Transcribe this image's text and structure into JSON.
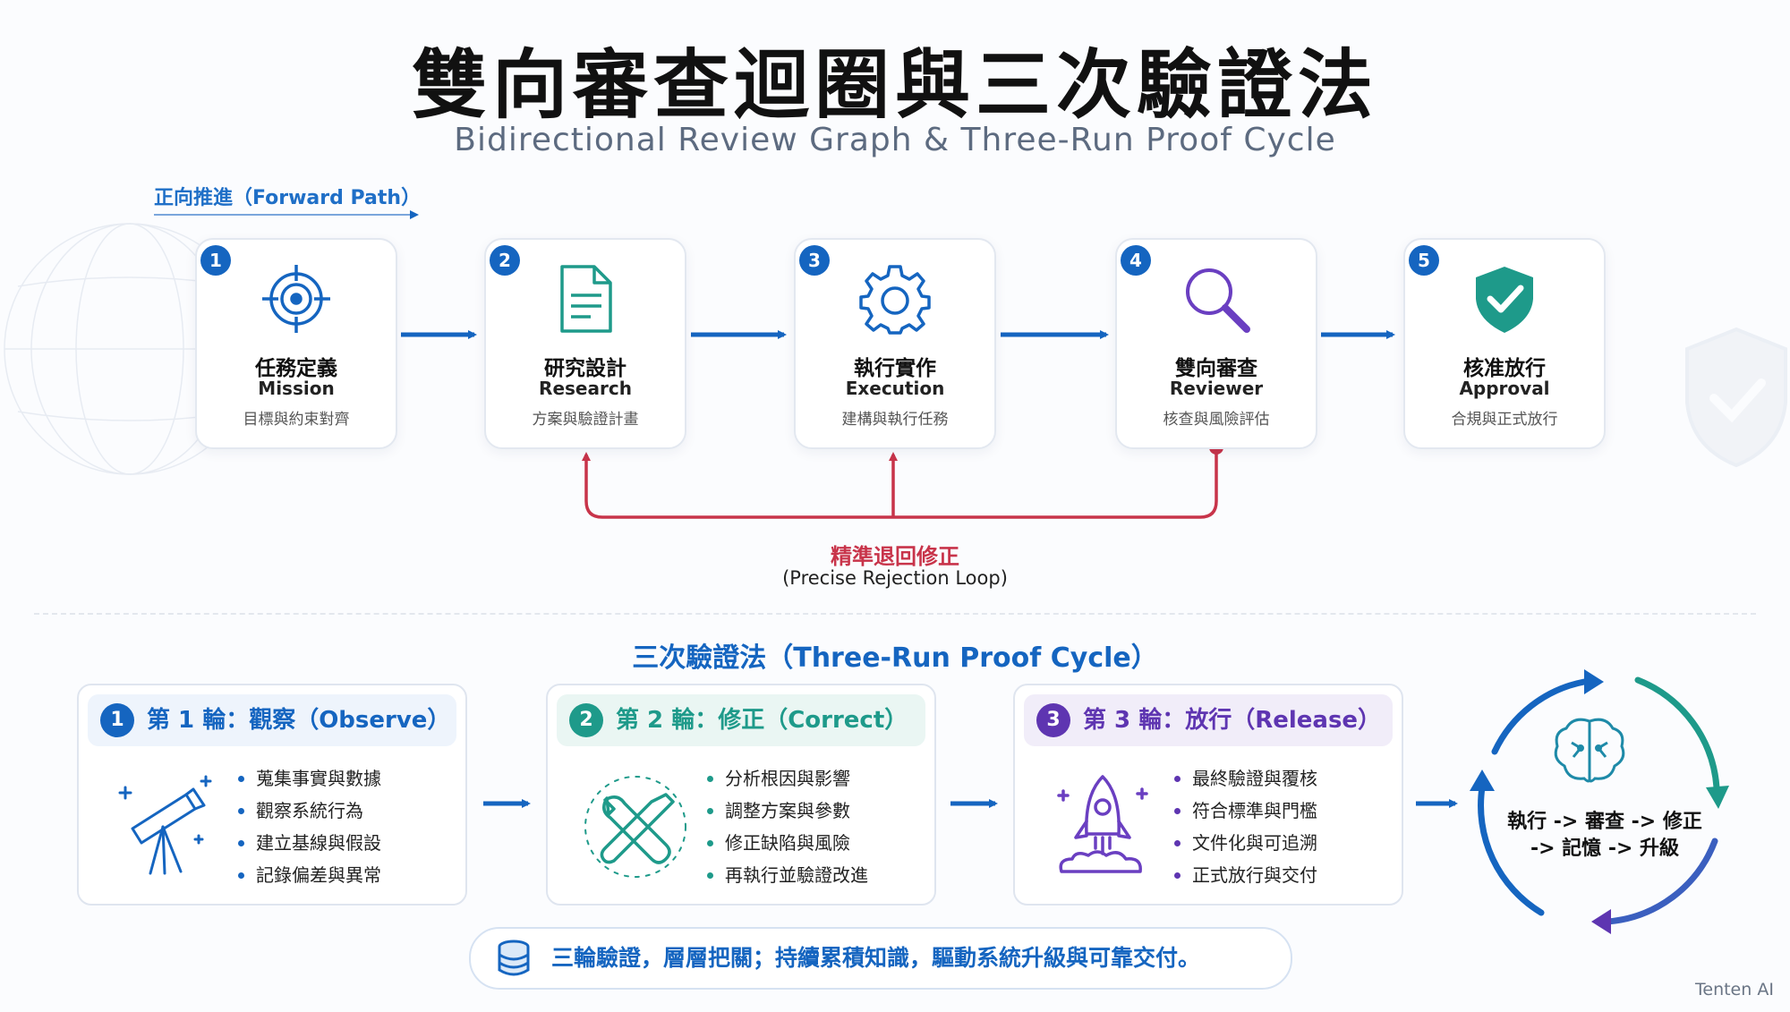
{
  "header": {
    "title": "雙向審查迴圈與三次驗證法",
    "subtitle": "Bidirectional Review Graph & Three-Run Proof Cycle"
  },
  "forward_label": "正向推進（Forward Path）",
  "steps": [
    {
      "num": "1",
      "zh": "任務定義",
      "en": "Mission",
      "desc": "目標與約束對齊",
      "icon": "target-icon"
    },
    {
      "num": "2",
      "zh": "研究設計",
      "en": "Research",
      "desc": "方案與驗證計畫",
      "icon": "document-icon"
    },
    {
      "num": "3",
      "zh": "執行實作",
      "en": "Execution",
      "desc": "建構與執行任務",
      "icon": "gear-icon"
    },
    {
      "num": "4",
      "zh": "雙向審查",
      "en": "Reviewer",
      "desc": "核查與風險評估",
      "icon": "magnifier-icon"
    },
    {
      "num": "5",
      "zh": "核准放行",
      "en": "Approval",
      "desc": "合規與正式放行",
      "icon": "shield-check-icon"
    }
  ],
  "loop": {
    "zh": "精準退回修正",
    "en": "(Precise Rejection Loop)"
  },
  "three_run": {
    "title": "三次驗證法（Three-Run Proof Cycle）",
    "panels": [
      {
        "num": "1",
        "label": "第 1 輪：觀察（Observe）",
        "icon": "telescope-icon",
        "items": [
          "蒐集事實與數據",
          "觀察系統行為",
          "建立基線與假設",
          "記錄偏差與異常"
        ]
      },
      {
        "num": "2",
        "label": "第 2 輪：修正（Correct）",
        "icon": "tools-icon",
        "items": [
          "分析根因與影響",
          "調整方案與參數",
          "修正缺陷與風險",
          "再執行並驗證改進"
        ]
      },
      {
        "num": "3",
        "label": "第 3 輪：放行（Release）",
        "icon": "rocket-icon",
        "items": [
          "最終驗證與覆核",
          "符合標準與門檻",
          "文件化與可追溯",
          "正式放行與交付"
        ]
      }
    ],
    "cycle_line1": "執行 -> 審查 -> 修正",
    "cycle_line2": "-> 記憶 -> 升級"
  },
  "footer": "三輪驗證，層層把關；持續累積知識，驅動系統升級與可靠交付。",
  "brand": "Tenten AI",
  "colors": {
    "primary_blue": "#1565c0",
    "teal": "#1e9a8a",
    "purple": "#5e35b1",
    "rejection_red": "#c8344a"
  }
}
